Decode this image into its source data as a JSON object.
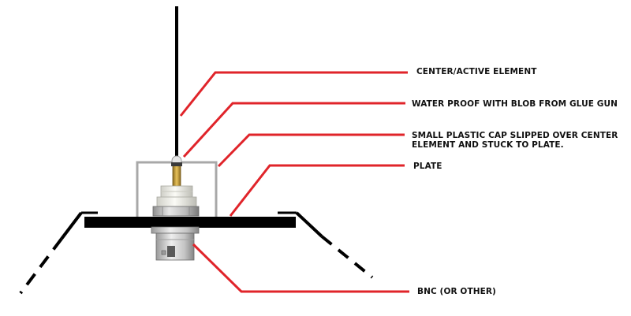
{
  "callouts": {
    "center_element": "CENTER/ACTIVE ELEMENT",
    "water_proof": "WATER PROOF WITH BLOB FROM GLUE GUN",
    "plastic_cap_line1": "SMALL PLASTIC CAP SLIPPED OVER CENTER",
    "plastic_cap_line2": "ELEMENT AND STUCK TO PLATE.",
    "plate": "PLATE",
    "bnc": "BNC (OR OTHER)"
  },
  "colors": {
    "leader_line": "#e0242a",
    "element": "#000000",
    "cap_outline": "#a8a8a8",
    "connector_metal": "#c8c8c8",
    "insulator": "#f2f2ec",
    "gold_pin": "#c9a13b"
  }
}
